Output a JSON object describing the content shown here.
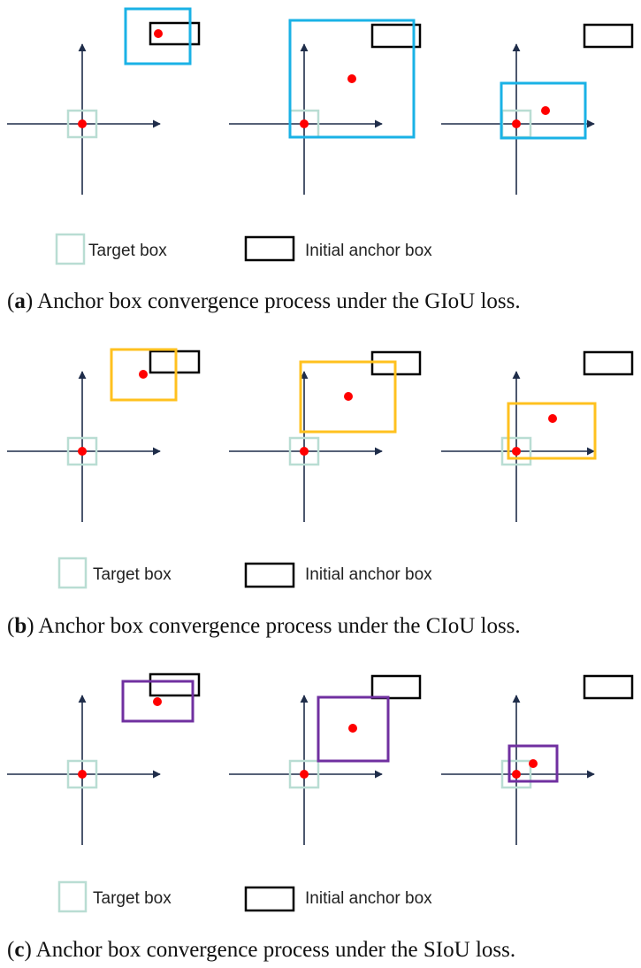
{
  "colors": {
    "axis": "#1f2d4a",
    "target_box": "#b9ddd3",
    "anchor_box": "#000000",
    "center_point": "#ff0000",
    "giou_box": "#1ab2e6",
    "ciou_box": "#ffc11f",
    "siou_box": "#7030a0"
  },
  "legend": {
    "target_label": "Target box",
    "anchor_label": "Initial anchor box"
  },
  "panels": [
    {
      "id": "a",
      "box_color_key": "giou_box",
      "caption": {
        "open_paren": "(",
        "letter": "a",
        "close_paren": ")",
        "text": " Anchor box convergence process under the GIoU loss."
      }
    },
    {
      "id": "b",
      "box_color_key": "ciou_box",
      "caption": {
        "open_paren": "(",
        "letter": "b",
        "close_paren": ")",
        "text": " Anchor box convergence process under the CIoU loss."
      }
    },
    {
      "id": "c",
      "box_color_key": "siou_box",
      "caption": {
        "open_paren": "(",
        "letter": "c",
        "close_paren": ")",
        "text": " Anchor box convergence process under the SIoU loss."
      }
    }
  ]
}
